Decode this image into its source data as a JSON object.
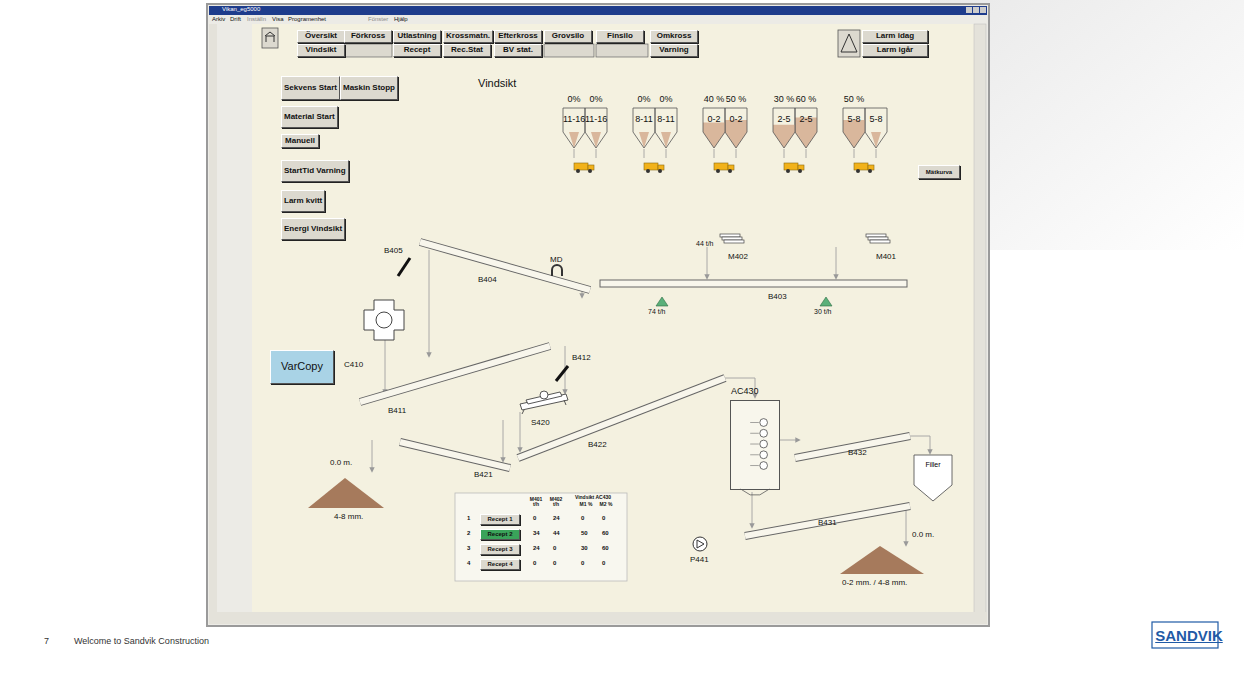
{
  "diagram": {
    "title": "Vindsikt",
    "nodes": [
      {
        "text": [
          "Översikt"
        ]
      },
      {
        "text": [
          "Förkross"
        ]
      },
      {
        "text": [
          "Utlastning"
        ]
      },
      {
        "text": [
          "Krossmatn."
        ]
      },
      {
        "text": [
          "Efterkross"
        ]
      },
      {
        "text": [
          "Grovsilo"
        ]
      },
      {
        "text": [
          "Finsilo"
        ]
      },
      {
        "text": [
          "Omkross"
        ]
      },
      {
        "text": [
          "Vindsikt"
        ]
      },
      {
        "text": [
          "Recept"
        ]
      },
      {
        "text": [
          "Rec.Stat"
        ]
      },
      {
        "text": [
          "BV stat."
        ]
      },
      {
        "text": [
          "Varning"
        ]
      },
      {
        "text": [
          "Larm idag"
        ]
      },
      {
        "text": [
          "Larm igår"
        ]
      },
      {
        "text": [
          "Sekvens Start"
        ]
      },
      {
        "text": [
          "Maskin Stopp"
        ]
      },
      {
        "text": [
          "Material Start"
        ]
      },
      {
        "text": [
          "Manuell"
        ]
      },
      {
        "text": [
          "StartTid Varning"
        ]
      },
      {
        "text": [
          "Larm kvitt"
        ]
      },
      {
        "text": [
          "Energi Vindsikt"
        ]
      },
      {
        "text": [
          "VarCopy"
        ]
      },
      {
        "text": [
          "0%",
          "11-16"
        ]
      },
      {
        "text": [
          "0%",
          "11-16"
        ]
      },
      {
        "text": [
          "0%",
          "8-11"
        ]
      },
      {
        "text": [
          "0%",
          "8-11"
        ]
      },
      {
        "text": [
          "40 %",
          "0-2"
        ]
      },
      {
        "text": [
          "50 %",
          "0-2"
        ]
      },
      {
        "text": [
          "30 %",
          "2-5"
        ]
      },
      {
        "text": [
          "60 %",
          "2-5"
        ]
      },
      {
        "text": [
          "50 %",
          "5-8"
        ]
      },
      {
        "text": [
          "5-8"
        ]
      },
      {
        "text": [
          "Mätkurva"
        ]
      },
      {
        "text": [
          "AC430"
        ]
      },
      {
        "text": [
          "Filler"
        ]
      },
      {
        "text": [
          "Recept 1"
        ]
      },
      {
        "text": [
          "Recept 2"
        ]
      },
      {
        "text": [
          "Recept 3"
        ]
      },
      {
        "text": [
          "Recept 4"
        ]
      },
      {
        "text": [
          "SANDVIK"
        ]
      }
    ],
    "labels": [
      "Vikan_eg5000",
      "Arkiv",
      "Drift",
      "Inställn",
      "Visa",
      "Programenhet",
      "Fönster",
      "Hjälp",
      "B405",
      "MD",
      "B404",
      "44 t/h",
      "M402",
      "M401",
      "74 t/h",
      "B403",
      "30 t/h",
      "C410",
      "B411",
      "B412",
      "S420",
      "B422",
      "B421",
      "B432",
      "0.0 m.",
      "4-8 mm.",
      "0.0 m.",
      "0-2 mm. / 4-8 mm.",
      "B431",
      "P441",
      "M401 t/h",
      "M402 t/h",
      "Vindsikt AC430",
      "M1 %",
      "M2 %",
      "1",
      "2",
      "3",
      "4",
      "0",
      "24",
      "0",
      "0",
      "34",
      "44",
      "50",
      "60",
      "24",
      "0",
      "30",
      "60",
      "0",
      "0",
      "0",
      "0",
      "7",
      "Welcome to Sandvik Construction"
    ]
  }
}
